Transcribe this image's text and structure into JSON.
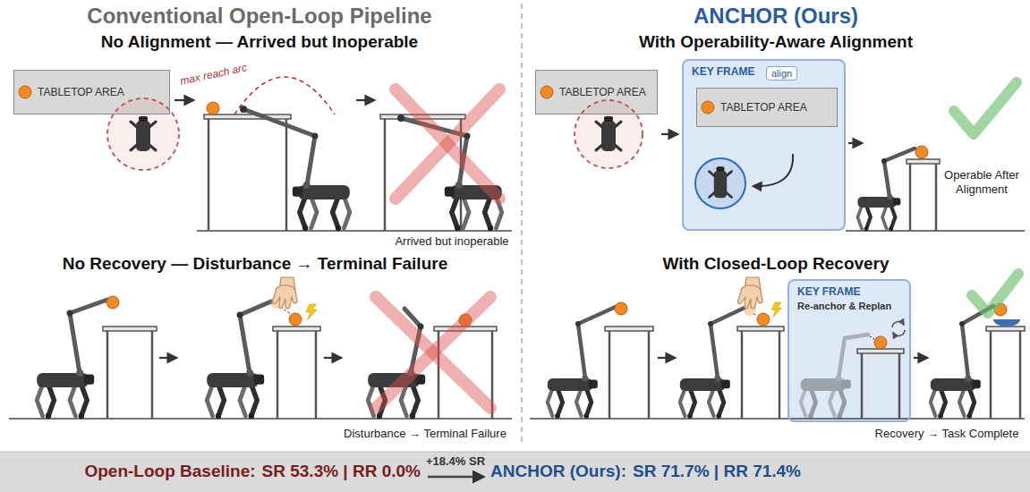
{
  "diagram": {
    "nodes": [
      {
        "text": [
          "TABLETOP AREA"
        ]
      },
      {
        "text": [
          "TABLETOP AREA"
        ]
      },
      {
        "text": [
          "KEY FRAME"
        ]
      },
      {
        "text": [
          "align"
        ],
        "in": 2
      },
      {
        "text": [
          "TABLETOP AREA"
        ],
        "in": 2
      },
      {
        "text": [
          "KEY FRAME",
          "Re-anchor & Replan"
        ]
      },
      {
        "text": [
          "Open-Loop Baseline:",
          "SR 53.3% | RR 0.0%",
          "+18.4% SR",
          "ANCHOR (Ours):",
          "SR 71.7% | RR 71.4%"
        ]
      }
    ],
    "labels": [
      "Conventional Open-Loop Pipeline",
      "ANCHOR (Ours)",
      "No Alignment — Arrived but Inoperable",
      "max reach arc",
      "Arrived but inoperable",
      "No Recovery — Disturbance → Terminal Failure",
      "Disturbance → Terminal Failure",
      "With Operability-Aware Alignment",
      "Operable After Alignment",
      "With Closed-Loop Recovery",
      "Recovery → Task Complete"
    ]
  }
}
